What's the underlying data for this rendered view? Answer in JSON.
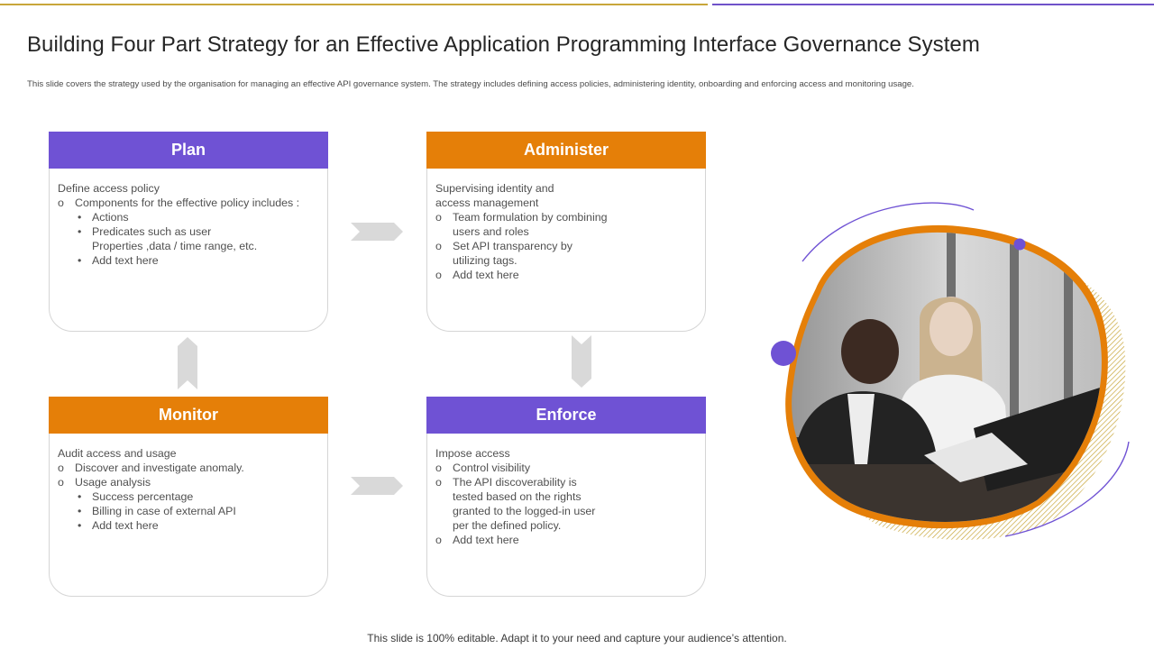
{
  "title": "Building Four Part Strategy for an Effective Application Programming Interface Governance System",
  "subtitle": "This slide covers the strategy used by the organisation for managing an effective API governance system. The strategy includes defining access policies, administering identity, onboarding and enforcing access and monitoring usage.",
  "colors": {
    "purple": "#6f52d4",
    "orange": "#e57f08",
    "gold": "#c8a63a"
  },
  "cards": {
    "plan": {
      "title": "Plan",
      "lines": [
        "Define access policy",
        "Components for the effective policy includes :",
        "Actions",
        "Predicates such as user",
        "Properties ,data / time range, etc.",
        "Add text here"
      ]
    },
    "administer": {
      "title": "Administer",
      "lines": [
        "Supervising identity and",
        "access management",
        "Team formulation by combining",
        "users and roles",
        "Set API transparency by",
        "utilizing tags.",
        "Add text here"
      ]
    },
    "monitor": {
      "title": "Monitor",
      "lines": [
        "Audit access and usage",
        "Discover and investigate anomaly.",
        "Usage analysis",
        "Success percentage",
        "Billing in case of external API",
        "Add text here"
      ]
    },
    "enforce": {
      "title": "Enforce",
      "lines": [
        "Impose access",
        "Control visibility",
        "The API discoverability is",
        "tested based on the rights",
        "granted to the logged-in user",
        "per the defined policy.",
        "Add text here"
      ]
    }
  },
  "footer": "This slide is 100% editable. Adapt it to your need and capture your audience’s attention."
}
